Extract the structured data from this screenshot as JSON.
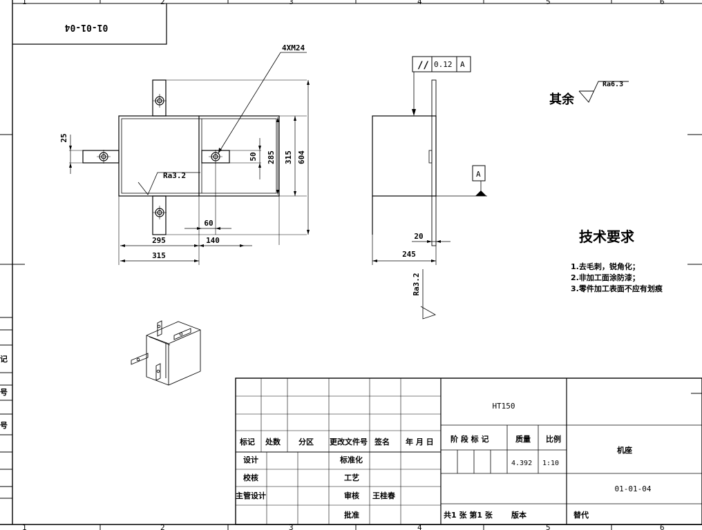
{
  "drawing": {
    "code_mirrored": "01-01-04",
    "thread_callout": "4XM24",
    "tolerance": {
      "symbol": "//",
      "value": "0.12",
      "datum": "A"
    },
    "datum_label": "A",
    "surface_finish_default": {
      "prefix": "其余",
      "value": "Ra6.3"
    },
    "surface_finish_front": "Ra3.2",
    "surface_finish_side": "Ra3.2",
    "dims_front": {
      "d25": "25",
      "d50": "50",
      "d285": "285",
      "d315": "315",
      "d604": "604",
      "d60": "60",
      "d295": "295",
      "d140": "140",
      "d315b": "315"
    },
    "dims_side": {
      "d20": "20",
      "d245": "245"
    }
  },
  "tech_req": {
    "title": "技术要求",
    "items": [
      "1.去毛刺，锐角化；",
      "2.非加工面涂防漆；",
      "3.零件加工表面不应有划痕"
    ]
  },
  "grid": {
    "top": [
      "1",
      "2",
      "3",
      "4",
      "5",
      "6"
    ],
    "bottom": [
      "1",
      "2",
      "3",
      "4",
      "5",
      "6"
    ]
  },
  "left_strip": [
    "记",
    "号",
    "号"
  ],
  "title_block": {
    "material": "HT150",
    "headers": {
      "mark": "标记",
      "count": "处数",
      "zone": "分区",
      "doc": "更改文件号",
      "sign": "签名",
      "date": "年 月 日"
    },
    "rows": {
      "design": "设计",
      "standard": "标准化",
      "check": "校核",
      "process": "工艺",
      "chief": "主管设计",
      "review": "审核",
      "reviewer": "王桂春",
      "approve": "批准"
    },
    "stage_mark": "阶 段 标 记",
    "mass_label": "质量",
    "scale_label": "比例",
    "mass": "4.392",
    "scale": "1:10",
    "part_name": "机座",
    "drawing_number": "01-01-04",
    "sheets": "共1 张  第1 张",
    "version": "版本",
    "replace": "替代"
  }
}
